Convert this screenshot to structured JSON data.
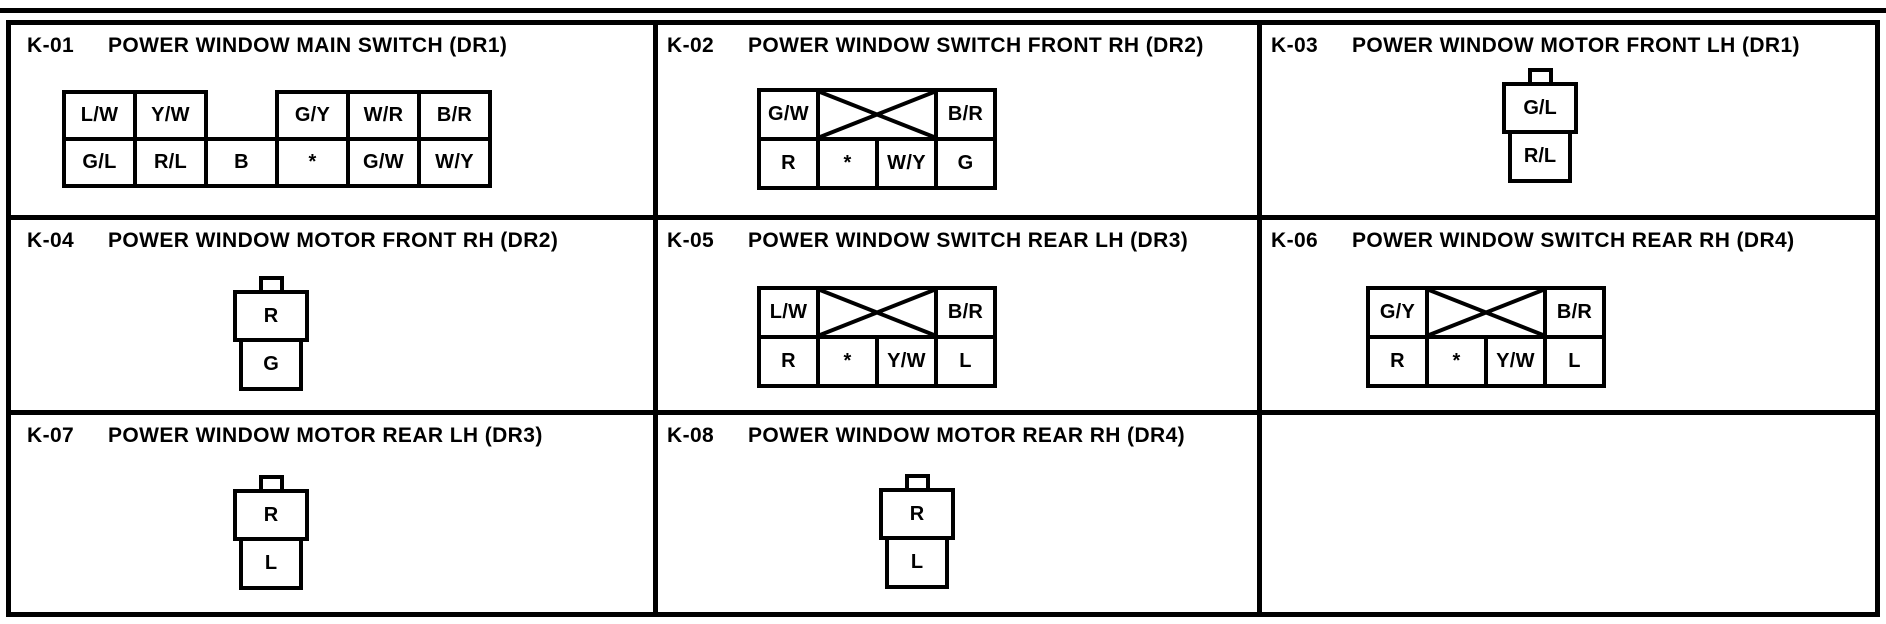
{
  "colors": {
    "ink": "#000000",
    "paper": "#ffffff"
  },
  "k01": {
    "code": "K-01",
    "title": "POWER WINDOW MAIN SWITCH (DR1)",
    "top": [
      "L/W",
      "Y/W",
      "G/Y",
      "W/R",
      "B/R"
    ],
    "bottom": [
      "G/L",
      "R/L",
      "B",
      "*",
      "G/W",
      "W/Y"
    ]
  },
  "k02": {
    "code": "K-02",
    "title": "POWER WINDOW SWITCH FRONT RH (DR2)",
    "top": [
      "G/W",
      "B/R"
    ],
    "bottom": [
      "R",
      "*",
      "W/Y",
      "G"
    ]
  },
  "k03": {
    "code": "K-03",
    "title": "POWER WINDOW MOTOR FRONT LH (DR1)",
    "pins": [
      "G/L",
      "R/L"
    ]
  },
  "k04": {
    "code": "K-04",
    "title": "POWER WINDOW MOTOR FRONT RH (DR2)",
    "pins": [
      "R",
      "G"
    ]
  },
  "k05": {
    "code": "K-05",
    "title": "POWER WINDOW SWITCH REAR LH (DR3)",
    "top": [
      "L/W",
      "B/R"
    ],
    "bottom": [
      "R",
      "*",
      "Y/W",
      "L"
    ]
  },
  "k06": {
    "code": "K-06",
    "title": "POWER WINDOW SWITCH REAR RH (DR4)",
    "top": [
      "G/Y",
      "B/R"
    ],
    "bottom": [
      "R",
      "*",
      "Y/W",
      "L"
    ]
  },
  "k07": {
    "code": "K-07",
    "title": "POWER WINDOW MOTOR REAR LH (DR3)",
    "pins": [
      "R",
      "L"
    ]
  },
  "k08": {
    "code": "K-08",
    "title": "POWER WINDOW MOTOR REAR RH (DR4)",
    "pins": [
      "R",
      "L"
    ]
  }
}
